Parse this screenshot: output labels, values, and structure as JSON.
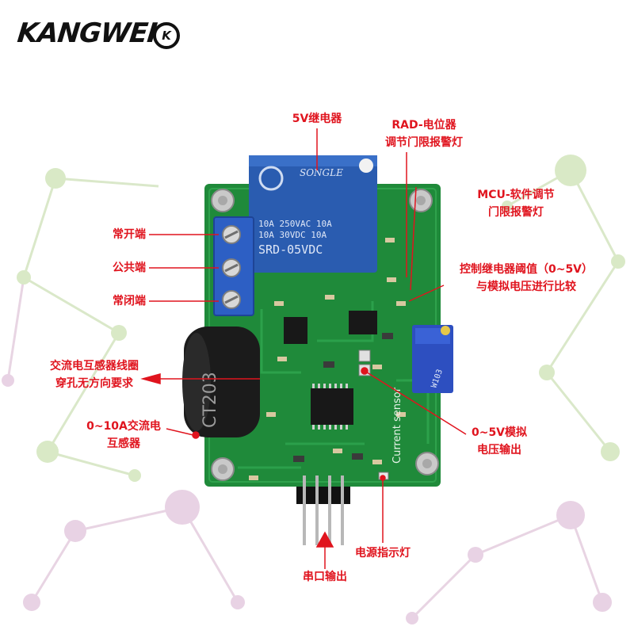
{
  "brand": {
    "logo_text": "KANGWEI",
    "logo_badge": "K"
  },
  "board": {
    "relay_brand": "SONGLE",
    "relay_line1": "10A 250VAC 10A",
    "relay_line2": "10A  30VDC 10A",
    "relay_model": "SRD-05VDC",
    "ct_marking": "CT203",
    "board_text": "Current sensor",
    "pot_marking": "W103"
  },
  "labels": {
    "relay_5v": "5V继电器",
    "rad_line1": "RAD-电位器",
    "rad_line2": "调节门限报警灯",
    "mcu_line1": "MCU-软件调节",
    "mcu_line2": "门限报警灯",
    "ctrl_line1": "控制继电器阈值（0~5V）",
    "ctrl_line2": "与模拟电压进行比较",
    "normally_open": "常开端",
    "common": "公共端",
    "normally_closed": "常闭端",
    "coil_line1": "交流电互感器线圈",
    "coil_line2": "穿孔无方向要求",
    "ct_line1": "0~10A交流电",
    "ct_line2": "互感器",
    "analog_line1": "0~5V模拟",
    "analog_line2": "电压输出",
    "power_led": "电源指示灯",
    "serial_out": "串口输出"
  },
  "colors": {
    "label_red": "#e0141e",
    "pcb_green": "#1f8a3a",
    "relay_blue": "#2a5cb0",
    "terminal_blue": "#2d5fc4"
  }
}
